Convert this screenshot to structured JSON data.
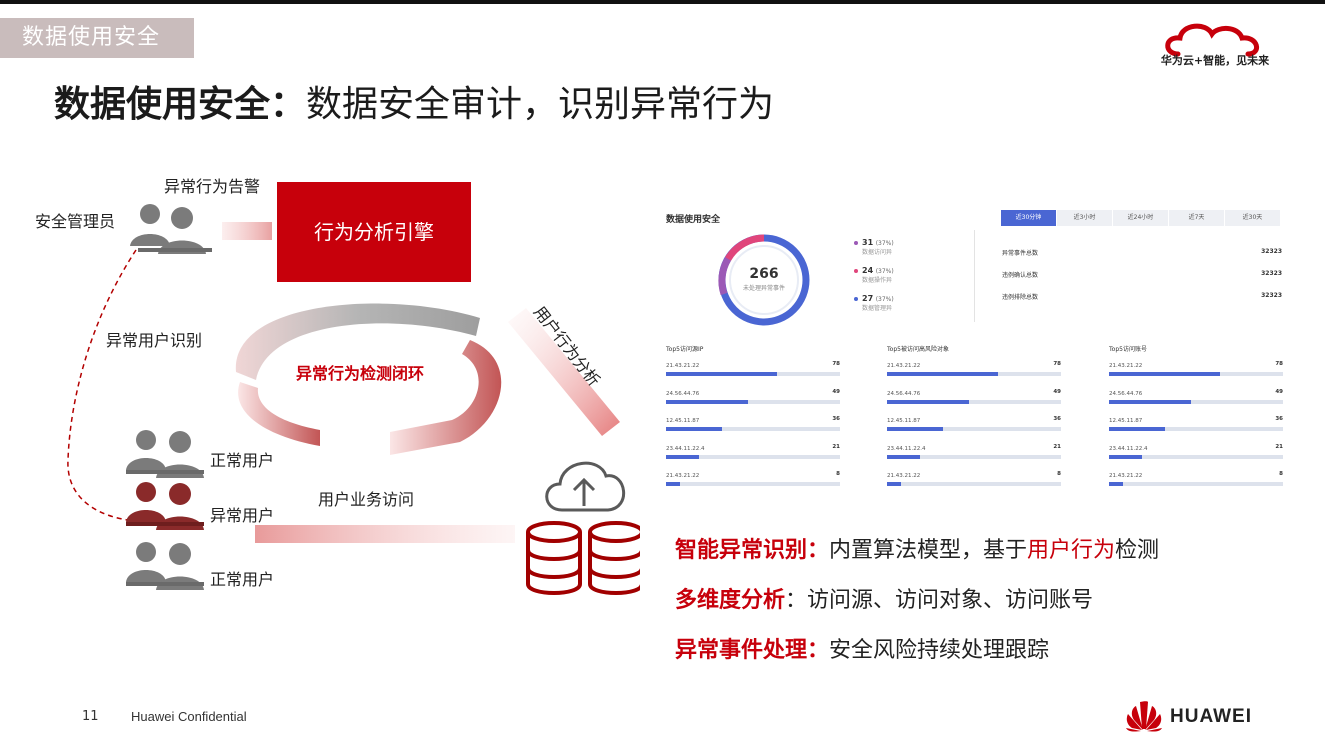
{
  "header": {
    "section_tag": "数据使用安全",
    "title_bold": "数据使用安全：",
    "title_rest": "数据安全审计，识别异常行为",
    "slogan": "华为云+智能，见未来"
  },
  "diagram": {
    "admin_label": "安全管理员",
    "alert_label": "异常行为告警",
    "engine_label": "行为分析引擎",
    "loop_label": "异常行为检测闭环",
    "abnormal_identify_label": "异常用户识别",
    "user_behavior_label": "用户行为分析",
    "access_label": "用户业务访问",
    "users": [
      "正常用户",
      "异常用户",
      "正常用户"
    ]
  },
  "dashboard": {
    "title": "数据使用安全",
    "tabs": [
      "近30分钟",
      "近3小时",
      "近24小时",
      "近7天",
      "近30天"
    ],
    "active_tab": 0,
    "donut": {
      "value": "266",
      "caption": "未处理异常事件"
    },
    "legend": [
      {
        "value": "31",
        "pct": "(37%)",
        "sub": "数据访问异",
        "color": "#9b59b6"
      },
      {
        "value": "24",
        "pct": "(37%)",
        "sub": "数据操作异",
        "color": "#e0457b"
      },
      {
        "value": "27",
        "pct": "(37%)",
        "sub": "数据管理异",
        "color": "#4a66d3"
      }
    ],
    "stats": [
      {
        "label": "异常事件总数",
        "value": "32323"
      },
      {
        "label": "违例确认总数",
        "value": "32323"
      },
      {
        "label": "违例排除总数",
        "value": "32323"
      }
    ],
    "panels": [
      {
        "title": "Top5访问源IP",
        "rows": [
          {
            "ip": "21.43.21.22",
            "value": "78",
            "ratio": 0.64
          },
          {
            "ip": "24.56.44.76",
            "value": "49",
            "ratio": 0.47
          },
          {
            "ip": "12.45.11.87",
            "value": "36",
            "ratio": 0.32
          },
          {
            "ip": "23.44.11.22.4",
            "value": "21",
            "ratio": 0.19
          },
          {
            "ip": "21.43.21.22",
            "value": "8",
            "ratio": 0.08
          }
        ]
      },
      {
        "title": "Top5被访问高风险对象",
        "rows": [
          {
            "ip": "21.43.21.22",
            "value": "78",
            "ratio": 0.64
          },
          {
            "ip": "24.56.44.76",
            "value": "49",
            "ratio": 0.47
          },
          {
            "ip": "12.45.11.87",
            "value": "36",
            "ratio": 0.32
          },
          {
            "ip": "23.44.11.22.4",
            "value": "21",
            "ratio": 0.19
          },
          {
            "ip": "21.43.21.22",
            "value": "8",
            "ratio": 0.08
          }
        ]
      },
      {
        "title": "Top5访问账号",
        "rows": [
          {
            "ip": "21.43.21.22",
            "value": "78",
            "ratio": 0.64
          },
          {
            "ip": "24.56.44.76",
            "value": "49",
            "ratio": 0.47
          },
          {
            "ip": "12.45.11.87",
            "value": "36",
            "ratio": 0.32
          },
          {
            "ip": "23.44.11.22.4",
            "value": "21",
            "ratio": 0.19
          },
          {
            "ip": "21.43.21.22",
            "value": "8",
            "ratio": 0.08
          }
        ]
      }
    ]
  },
  "bullets": [
    {
      "key": "智能异常识别：",
      "pre": "内置算法模型，基于",
      "hl": "用户行为",
      "post": "检测"
    },
    {
      "key": "多维度分析",
      "pre": "：访问源、访问对象、访问账号",
      "hl": "",
      "post": ""
    },
    {
      "key": "异常事件处理：",
      "pre": "安全风险持续处理跟踪",
      "hl": "",
      "post": ""
    }
  ],
  "footer": {
    "page": "11",
    "confidential": "Huawei Confidential",
    "brand": "HUAWEI"
  },
  "colors": {
    "accent": "#c7000b",
    "dashboard_blue": "#4a66d3"
  }
}
